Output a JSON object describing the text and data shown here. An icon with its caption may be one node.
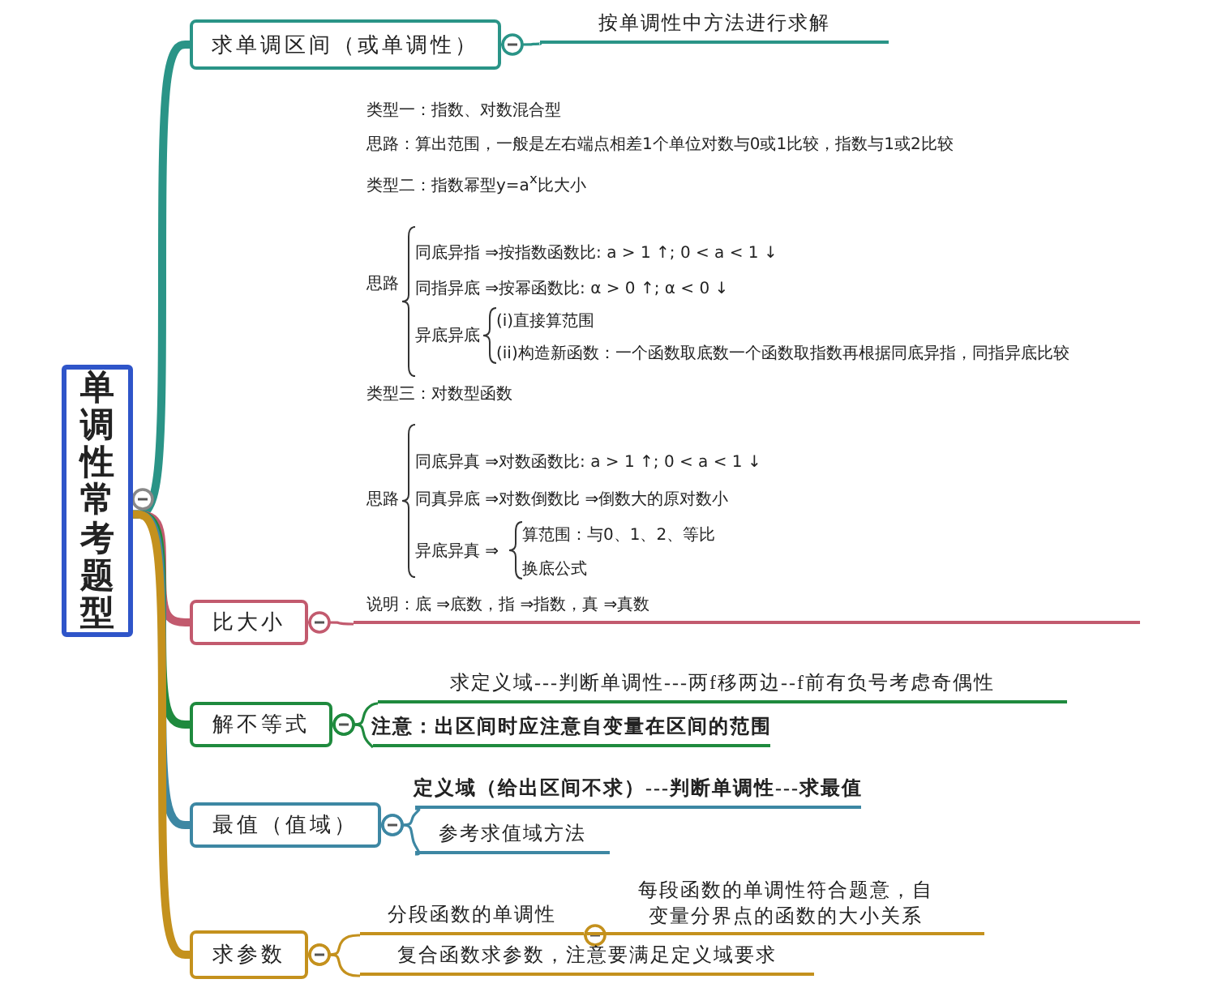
{
  "diagram": {
    "nodes": [
      {
        "text": [
          "单调性常考题型"
        ]
      },
      {
        "text": [
          "求单调区间（或单调性）"
        ]
      },
      {
        "text": [
          "按单调性中方法进行求解"
        ]
      },
      {
        "text": [
          "比大小"
        ]
      },
      {
        "text": [
          "类型一：指数、对数混合型",
          "思路：算出范围，一般是左右端点相差1个单位对数与0或1比较，指数与1或2比较",
          "类型二：指数幂型y=a$^{x}$比大小",
          "思路",
          "同底异指 ⇒按指数函数比: a > 1 ↑; 0 < a < 1 ↓",
          "同指异底 ⇒按幂函数比: α > 0 ↑; α < 0 ↓",
          "异底异底",
          "(i)直接算范围",
          "(ii)构造新函数：一个函数取底数一个函数取指数再根据同底异指，同指异底比较",
          "类型三：对数型函数",
          "思路",
          "同底异真 ⇒对数函数比: a > 1 ↑; 0 < a < 1 ↓",
          "同真异底 ⇒对数倒数比 ⇒倒数大的原对数小",
          "异底异真 ⇒",
          "算范围：与0、1、2、等比",
          "换底公式",
          "说明：底 ⇒底数，指 ⇒指数，真 ⇒真数"
        ]
      },
      {
        "text": [
          "解不等式"
        ]
      },
      {
        "text": [
          "求定义域---判断单调性---两f移两边--f前有负号考虑奇偶性"
        ]
      },
      {
        "text": [
          "注意：出区间时应注意自变量在区间的范围"
        ]
      },
      {
        "text": [
          "最值（值域）"
        ]
      },
      {
        "text": [
          "定义域（给出区间不求）---判断单调性---求最值"
        ]
      },
      {
        "text": [
          "参考求值域方法"
        ]
      },
      {
        "text": [
          "求参数"
        ]
      },
      {
        "text": [
          "分段函数的单调性"
        ]
      },
      {
        "text": [
          "每段函数的单调性符合题意，自变量分界点的函数的大小关系"
        ]
      },
      {
        "text": [
          "复合函数求参数，注意要满足定义域要求"
        ]
      }
    ],
    "edges": [
      {
        "from": 0,
        "to": 1,
        "arrow": "none",
        "style": "thick",
        "color": "#2a9487"
      },
      {
        "from": 0,
        "to": 3,
        "arrow": "none",
        "style": "thick",
        "color": "#c25a6e"
      },
      {
        "from": 0,
        "to": 5,
        "arrow": "none",
        "style": "thick",
        "color": "#1f8a3e"
      },
      {
        "from": 0,
        "to": 8,
        "arrow": "none",
        "style": "thick",
        "color": "#3d87a3"
      },
      {
        "from": 0,
        "to": 11,
        "arrow": "none",
        "style": "thick",
        "color": "#c4911d"
      },
      {
        "from": 1,
        "to": 2,
        "arrow": "other",
        "color": "#2a9487"
      },
      {
        "from": 3,
        "to": 4,
        "arrow": "other",
        "color": "#c25a6e"
      },
      {
        "from": 5,
        "to": 6,
        "arrow": "other",
        "color": "#1f8a3e"
      },
      {
        "from": 5,
        "to": 7,
        "arrow": "other",
        "color": "#1f8a3e"
      },
      {
        "from": 8,
        "to": 9,
        "arrow": "other",
        "color": "#3d87a3"
      },
      {
        "from": 8,
        "to": 10,
        "arrow": "other",
        "color": "#3d87a3"
      },
      {
        "from": 11,
        "to": 12,
        "arrow": "other",
        "color": "#c4911d"
      },
      {
        "from": 12,
        "to": 13,
        "arrow": "other",
        "color": "#c4911d"
      },
      {
        "from": 11,
        "to": 14,
        "arrow": "other",
        "color": "#c4911d"
      }
    ]
  }
}
